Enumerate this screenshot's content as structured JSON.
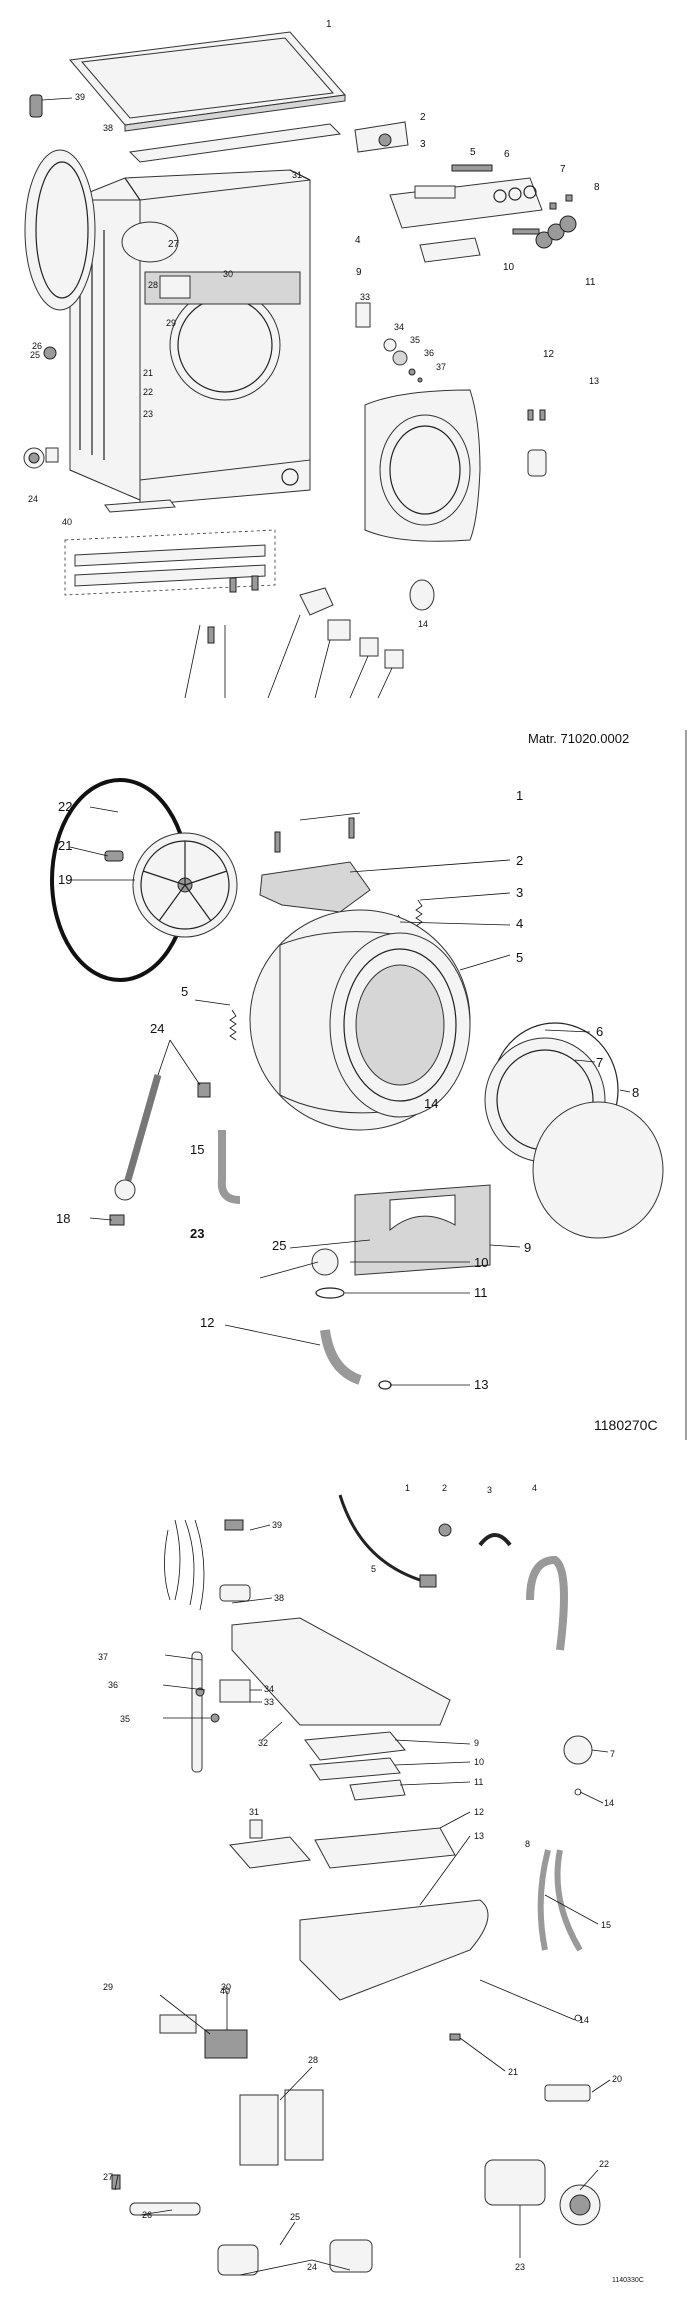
{
  "sections": [
    {
      "id": "cabinet",
      "callouts": [
        "1",
        "2",
        "3",
        "4",
        "5",
        "6",
        "7",
        "8",
        "9",
        "10",
        "11",
        "12",
        "13",
        "14",
        "21",
        "22",
        "23",
        "24",
        "25",
        "26",
        "27",
        "28",
        "29",
        "30",
        "31",
        "33",
        "34",
        "35",
        "36",
        "37",
        "38",
        "39",
        "40"
      ]
    },
    {
      "id": "tub",
      "material_code": "Matr. 71020.0002",
      "drawing_code": "1180270C",
      "callouts": [
        "1",
        "2",
        "3",
        "4",
        "5",
        "5",
        "6",
        "7",
        "8",
        "9",
        "10",
        "11",
        "12",
        "13",
        "14",
        "15",
        "18",
        "19",
        "21",
        "22",
        "23",
        "24",
        "25",
        "1"
      ]
    },
    {
      "id": "controls",
      "drawing_code": "1140330C",
      "callouts": [
        "1",
        "2",
        "3",
        "4",
        "5",
        "7",
        "8",
        "9",
        "10",
        "11",
        "12",
        "13",
        "14",
        "14",
        "15",
        "20",
        "21",
        "22",
        "23",
        "24",
        "25",
        "26",
        "27",
        "28",
        "29",
        "30",
        "31",
        "32",
        "33",
        "34",
        "35",
        "36",
        "37",
        "38",
        "39",
        "40"
      ]
    }
  ]
}
